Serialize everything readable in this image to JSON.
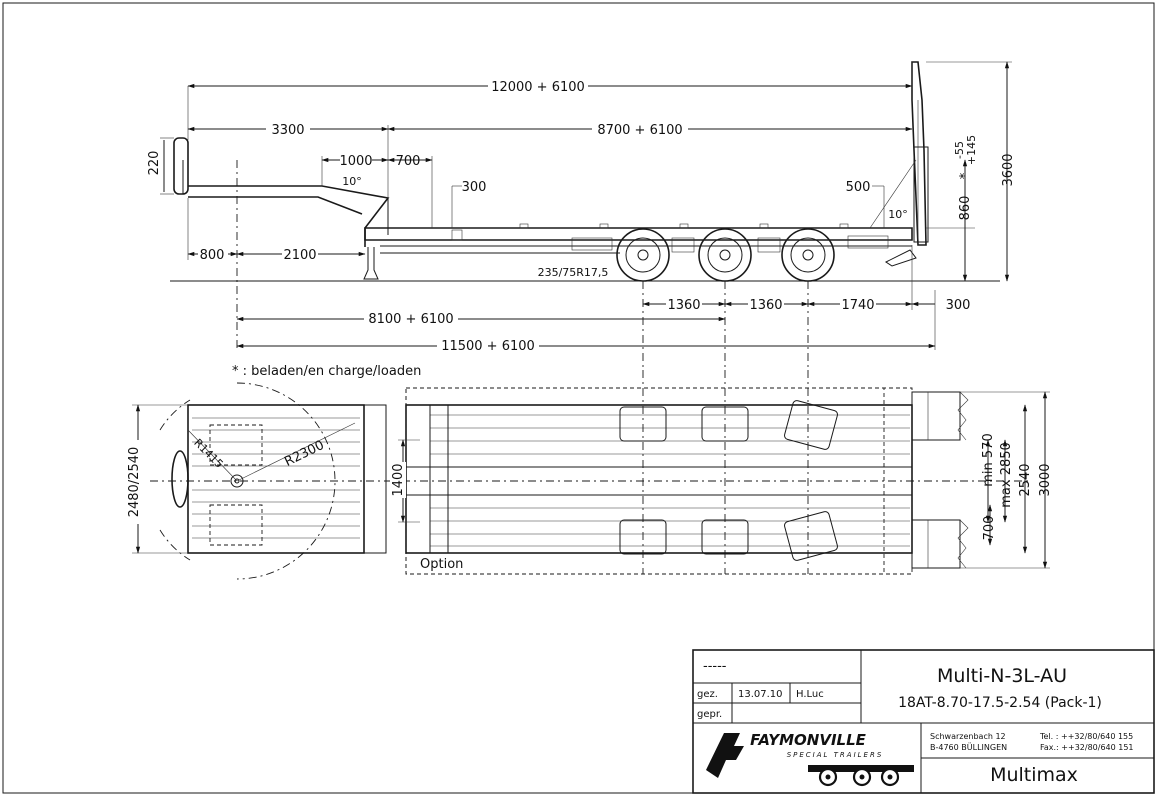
{
  "side_view": {
    "dim_total_length": "12000 + 6100",
    "dim_gooseneck_length": "3300",
    "dim_platform_length": "8700 + 6100",
    "dim_kingpin_height": "220",
    "dim_neck_1000": "1000",
    "dim_neck_700": "700",
    "dim_300_top": "300",
    "dim_angle_front": "10°",
    "dim_angle_rear": "10°",
    "dim_500": "500",
    "dim_front_800": "800",
    "dim_front_2100": "2100",
    "tyre_label": "235/75R17,5",
    "dim_axle_1": "1360",
    "dim_axle_2": "1360",
    "dim_axle_rear": "1740",
    "dim_rear_300": "300",
    "dim_8100": "8100 + 6100",
    "dim_11500": "11500 + 6100",
    "dim_deck_860": "860",
    "dim_star": "*",
    "dim_tol_minus": "-55",
    "dim_tol_plus": "+145",
    "dim_height_3600": "3600"
  },
  "note_loaded": "* : beladen/en charge/loaden",
  "top_view": {
    "dim_width_front": "2480/2540",
    "radius_1": "R1415",
    "radius_2": "R2300",
    "dim_1400": "1400",
    "option_label": "Option",
    "dim_min_570": "min 570",
    "dim_max_2850": "max 2850",
    "dim_2540": "2540",
    "dim_3000": "3000",
    "dim_700": "700"
  },
  "title_block": {
    "revision": "-----",
    "label_drawn": "gez.",
    "label_checked": "gepr.",
    "date": "13.07.10",
    "author": "H.Luc",
    "model": "Multi-N-3L-AU",
    "spec": "18AT-8.70-17.5-2.54 (Pack-1)",
    "brand": "FAYMONVILLE",
    "brand_sub": "SPECIAL TRAILERS",
    "address_1": "Schwarzenbach 12",
    "address_2": "B-4760 BÜLLINGEN",
    "tel": "Tel. : ++32/80/640 155",
    "fax": "Fax.: ++32/80/640 151",
    "product_line": "Multimax"
  }
}
